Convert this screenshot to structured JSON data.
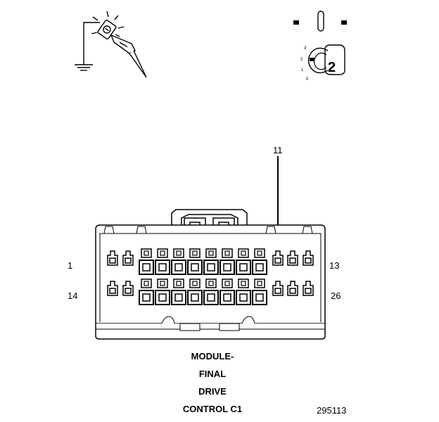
{
  "connector": {
    "pin_left_top": "1",
    "pin_right_top": "13",
    "pin_left_bottom": "14",
    "pin_right_bottom": "26",
    "callout_pin": "11"
  },
  "caption": {
    "line1": "MODULE-",
    "line2": "FINAL",
    "line3": "DRIVE",
    "line4": "CONTROL C1"
  },
  "figure_number": "295113",
  "ignition": {
    "key_position": "2",
    "scale_labels": [
      "3",
      "2",
      "1",
      "0"
    ]
  },
  "icons": {
    "probe": "test-light-probe-icon",
    "ground": "ground-symbol-icon",
    "ignition": "ignition-key-icon"
  },
  "colors": {
    "line": "#000000",
    "background": "#ffffff"
  }
}
